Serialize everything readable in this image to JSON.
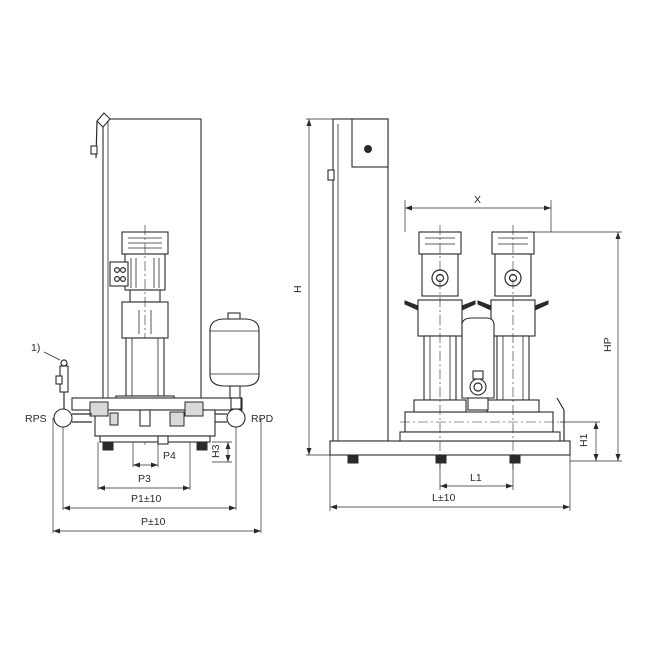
{
  "labels": {
    "note": "1)",
    "rps": "RPS",
    "rpd": "RPD",
    "p3": "P3",
    "p4": "P4",
    "h3": "H3",
    "p1": "P1±10",
    "p": "P±10",
    "h": "H",
    "x": "X",
    "hp": "HP",
    "h1": "H1",
    "l1": "L1",
    "l": "L±10"
  }
}
